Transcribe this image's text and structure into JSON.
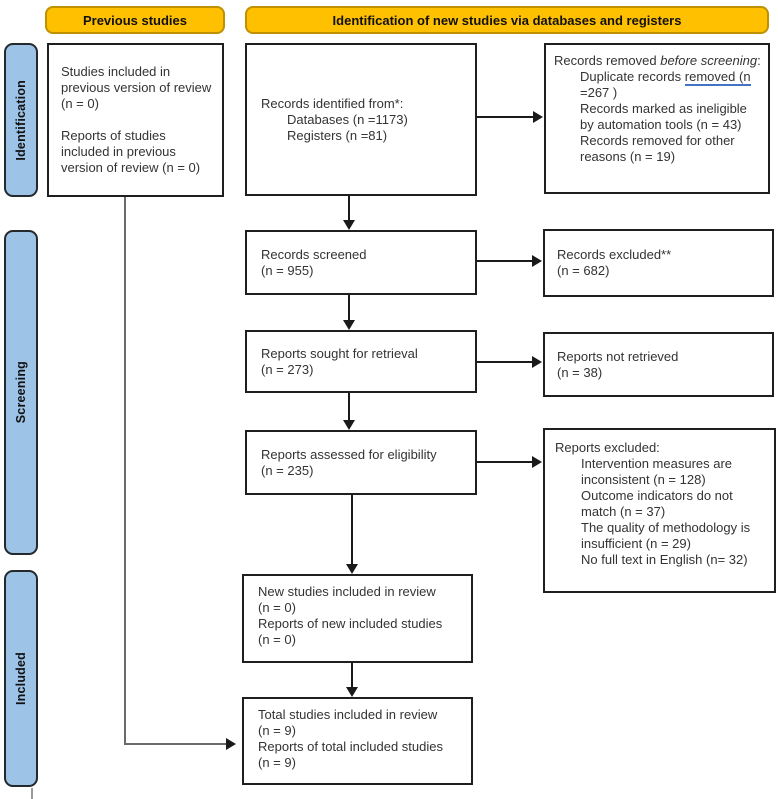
{
  "colors": {
    "gold": "#FFC000",
    "gold_border": "#BF9000",
    "blue": "#9DC3E6",
    "blue_border": "#24292E",
    "box_border": "#1F1F1F",
    "text": "#333333",
    "line": "#1A1A1A",
    "line_grey": "#6A6A6A",
    "ins_blue": "#4472C4"
  },
  "headers": {
    "previous": "Previous studies",
    "identification": "Identification of new studies via databases and registers"
  },
  "side_labels": {
    "identification": "Identification",
    "screening": "Screening",
    "included": "Included"
  },
  "boxes": {
    "previous_studies": {
      "text": "Studies included in previous version of review (n = 0)\n\nReports of studies included in previous version of review (n = 0)"
    },
    "records_identified": {
      "line1": "Records identified from*:",
      "item1": "Databases (n =1173)",
      "item2": "Registers (n =81)"
    },
    "records_removed": {
      "lead": "Records removed ",
      "lead_italic": "before screening",
      "lead_end": ":",
      "item1_a": "Duplicate records ",
      "item1_b": "removed ",
      "item1_c": "(n",
      "item1_d": " =267 )",
      "item2": "Records marked as ineligible by automation tools (n = 43)",
      "item3": "Records removed for other reasons (n = 19)"
    },
    "records_screened": {
      "text": "Records screened\n(n = 955)"
    },
    "records_excluded": {
      "text": "Records excluded**\n(n = 682)"
    },
    "reports_sought": {
      "text": "Reports sought for retrieval\n(n = 273)"
    },
    "reports_not_retrieved": {
      "text": "Reports not retrieved\n(n = 38)"
    },
    "reports_assessed": {
      "text": "Reports assessed for eligibility\n(n = 235)"
    },
    "reports_excluded": {
      "lead": "Reports excluded:",
      "items": [
        "Intervention measures are inconsistent (n = 128)",
        "Outcome indicators do not match (n = 37)",
        "The quality of methodology is insufficient (n = 29)",
        "No full text in English (n= 32)"
      ]
    },
    "new_studies": {
      "text": "New studies included in review\n(n = 0)\nReports of new included studies\n(n = 0)"
    },
    "total_studies": {
      "text": "Total studies included in review\n(n = 9)\nReports of total included studies\n(n = 9)"
    }
  }
}
